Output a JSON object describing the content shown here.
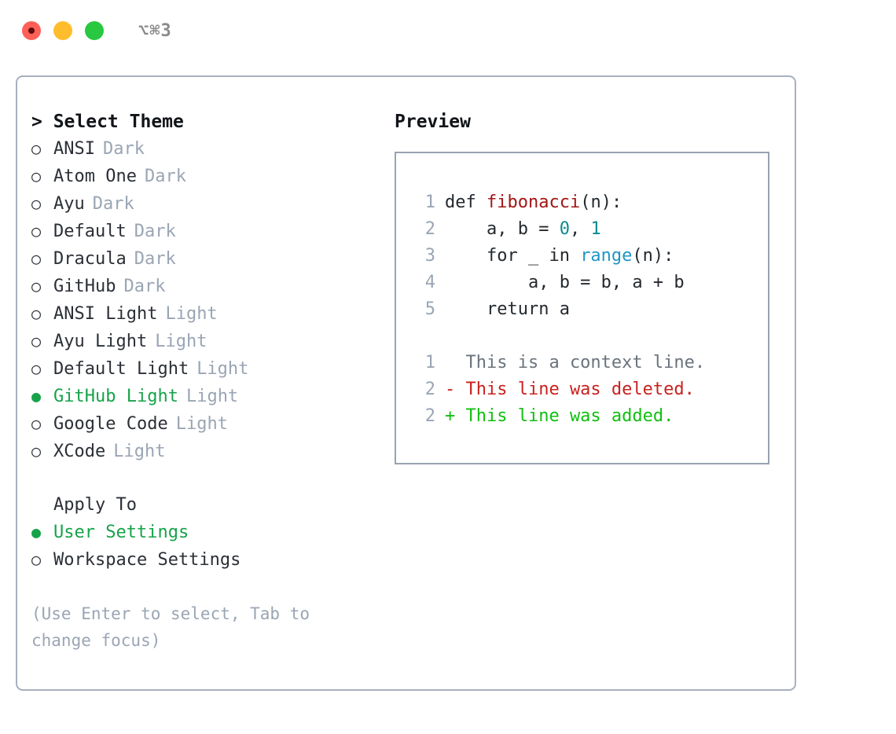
{
  "titlebar": {
    "shortcut": "⌥⌘3",
    "lights": [
      "close-red",
      "minimize-yellow",
      "maximize-green"
    ]
  },
  "theme_list": {
    "header": "> Select Theme",
    "items": [
      {
        "marker": "○",
        "label": "ANSI",
        "badge": "Dark",
        "selected": false
      },
      {
        "marker": "○",
        "label": "Atom One",
        "badge": "Dark",
        "selected": false
      },
      {
        "marker": "○",
        "label": "Ayu",
        "badge": "Dark",
        "selected": false
      },
      {
        "marker": "○",
        "label": "Default",
        "badge": "Dark",
        "selected": false
      },
      {
        "marker": "○",
        "label": "Dracula",
        "badge": "Dark",
        "selected": false
      },
      {
        "marker": "○",
        "label": "GitHub",
        "badge": "Dark",
        "selected": false
      },
      {
        "marker": "○",
        "label": "ANSI Light",
        "badge": "Light",
        "selected": false
      },
      {
        "marker": "○",
        "label": "Ayu Light",
        "badge": "Light",
        "selected": false
      },
      {
        "marker": "○",
        "label": "Default Light",
        "badge": "Light",
        "selected": false
      },
      {
        "marker": "●",
        "label": "GitHub Light",
        "badge": "Light",
        "selected": true
      },
      {
        "marker": "○",
        "label": "Google Code",
        "badge": "Light",
        "selected": false
      },
      {
        "marker": "○",
        "label": "XCode",
        "badge": "Light",
        "selected": false
      }
    ]
  },
  "apply_to": {
    "header": "Apply To",
    "items": [
      {
        "marker": "●",
        "label": "User Settings",
        "selected": true
      },
      {
        "marker": "○",
        "label": "Workspace Settings",
        "selected": false
      }
    ]
  },
  "hint": "(Use Enter to select, Tab to change focus)",
  "preview": {
    "title": "Preview",
    "code_lines": [
      {
        "no": "1",
        "tokens": [
          {
            "t": "def ",
            "c": "plain"
          },
          {
            "t": "fibonacci",
            "c": "fn"
          },
          {
            "t": "(n):",
            "c": "plain"
          }
        ]
      },
      {
        "no": "2",
        "tokens": [
          {
            "t": "    a, b = ",
            "c": "plain"
          },
          {
            "t": "0",
            "c": "num"
          },
          {
            "t": ", ",
            "c": "plain"
          },
          {
            "t": "1",
            "c": "num"
          }
        ]
      },
      {
        "no": "3",
        "tokens": [
          {
            "t": "    for _ in ",
            "c": "plain"
          },
          {
            "t": "range",
            "c": "call"
          },
          {
            "t": "(n):",
            "c": "plain"
          }
        ]
      },
      {
        "no": "4",
        "tokens": [
          {
            "t": "        a, b = b, a + b",
            "c": "plain"
          }
        ]
      },
      {
        "no": "5",
        "tokens": [
          {
            "t": "    return a",
            "c": "plain"
          }
        ]
      }
    ],
    "diff_lines": [
      {
        "no": "1",
        "sign": "  ",
        "text": "This is a context line.",
        "kind": "ctx"
      },
      {
        "no": "2",
        "sign": "- ",
        "text": "This line was deleted.",
        "kind": "del"
      },
      {
        "no": "2",
        "sign": "+ ",
        "text": "This line was added.",
        "kind": "add"
      }
    ]
  },
  "colors": {
    "selected_green": "#16a34a",
    "muted": "#9aa5b4",
    "diff_add": "#10bf10",
    "diff_del": "#c9211e",
    "token_fn": "#a31515",
    "token_num": "#0d8a8a",
    "token_call": "#2196c4",
    "border": "#a7b0bf"
  }
}
